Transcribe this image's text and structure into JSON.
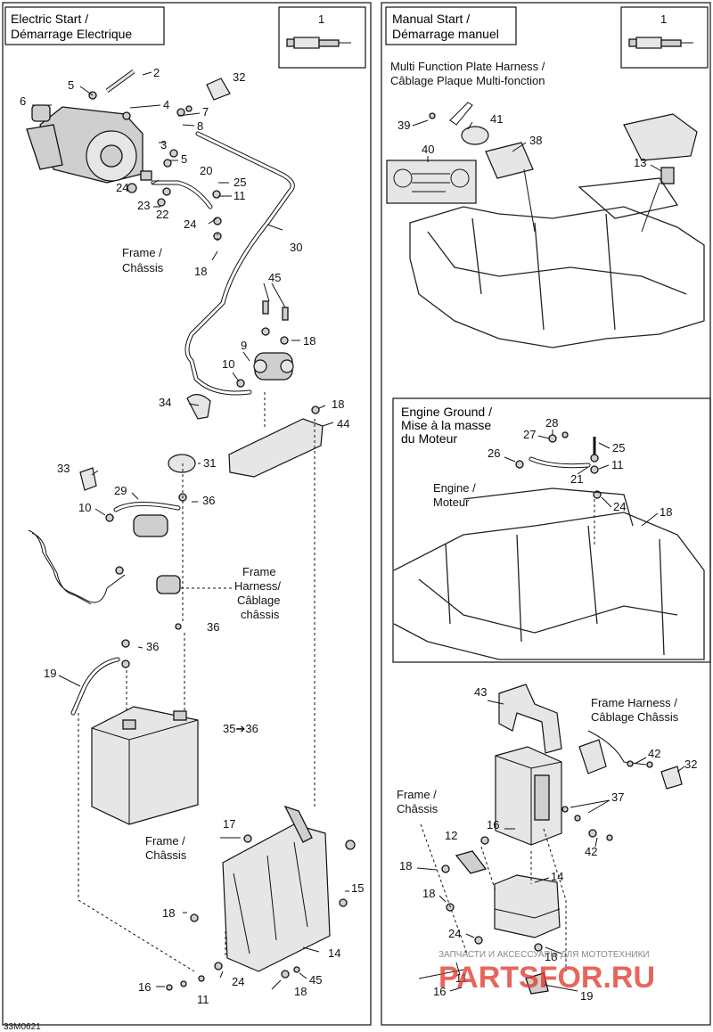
{
  "panels": {
    "electric_start": {
      "title_en": "Electric Start /",
      "title_fr": "Démarrage Electrique",
      "kit_number": "1"
    },
    "manual_start": {
      "title_en": "Manual Start /",
      "title_fr": "Démarrage manuel",
      "kit_number": "1"
    },
    "engine_ground": {
      "title_en": "Engine Ground /",
      "title_fr1": "Mise à la masse",
      "title_fr2": "du Moteur"
    }
  },
  "labels": {
    "frame_chassis_1a": "Frame /",
    "frame_chassis_1b": "Châssis",
    "frame_harness_a": "Frame",
    "frame_harness_b": "Harness/",
    "frame_harness_c": "Câblage",
    "frame_harness_d": "châssis",
    "frame_chassis_2a": "Frame /",
    "frame_chassis_2b": "Châssis",
    "multi_function_a": "Multi Function Plate Harness /",
    "multi_function_b": "Câblage Plaque Multi-fonction",
    "engine_a": "Engine /",
    "engine_b": "Moteur",
    "frame_harness_right_a": "Frame Harness /",
    "frame_harness_right_b": "Câblage Châssis",
    "frame_chassis_3a": "Frame /",
    "frame_chassis_3b": "Châssis",
    "replacement_note": "35➔36"
  },
  "callouts_left": [
    "2",
    "32",
    "5",
    "4",
    "6",
    "7",
    "8",
    "3",
    "5",
    "20",
    "25",
    "24",
    "11",
    "23",
    "22",
    "24",
    "30",
    "18",
    "45",
    "18",
    "9",
    "10",
    "34",
    "18",
    "44",
    "31",
    "33",
    "36",
    "29",
    "10",
    "36",
    "19",
    "36",
    "17",
    "15",
    "18",
    "14",
    "16",
    "11",
    "24",
    "18",
    "45"
  ],
  "callouts_right": [
    "39",
    "41",
    "38",
    "40",
    "13",
    "28",
    "27",
    "25",
    "26",
    "21",
    "11",
    "24",
    "18",
    "43",
    "42",
    "32",
    "37",
    "16",
    "12",
    "18",
    "14",
    "18",
    "24",
    "18",
    "16",
    "11",
    "19",
    "42"
  ],
  "footer": {
    "drawing_id": "33M0621"
  },
  "watermark": {
    "brand": "PARTSFOR.RU",
    "tagline": "ЗАПЧАСТИ И АКСЕССУАРЫ ДЛЯ МОТОТЕХНИКИ"
  }
}
